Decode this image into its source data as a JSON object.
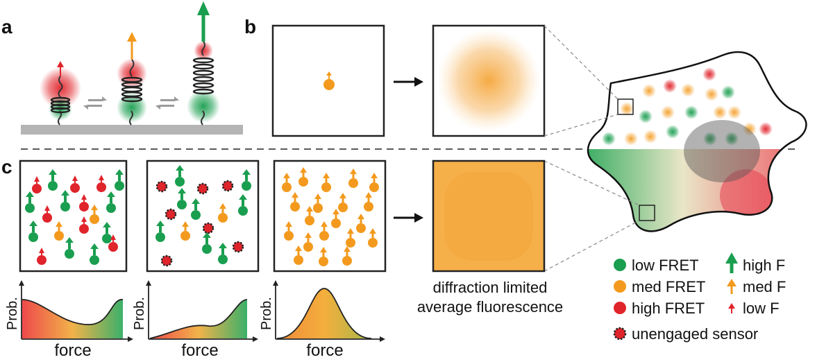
{
  "panels": {
    "a": "a",
    "b": "b",
    "c": "c"
  },
  "b_caption": [
    "diffraction limited",
    "average fluorescence"
  ],
  "plots": {
    "ylabel": "Prob.",
    "xlabel": "force"
  },
  "legend": {
    "fret": [
      {
        "label": "low FRET",
        "color": "#1a9e4f"
      },
      {
        "label": "med FRET",
        "color": "#f39a1e"
      },
      {
        "label": "high FRET",
        "color": "#e0242b"
      }
    ],
    "unengaged": "unengaged sensor",
    "force": [
      {
        "label": "high F",
        "color": "#1a9e4f"
      },
      {
        "label": "med F",
        "color": "#f39a1e"
      },
      {
        "label": "low F",
        "color": "#e0242b"
      }
    ]
  },
  "colors": {
    "green": "#1a9e4f",
    "orange": "#f39a1e",
    "red": "#e0242b",
    "surface": "#b4b4b4"
  }
}
